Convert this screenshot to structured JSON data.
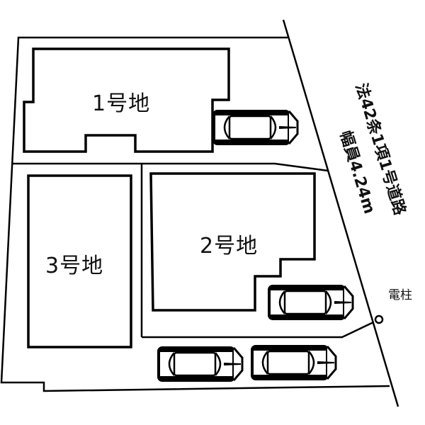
{
  "lots": [
    {
      "id": 1,
      "label": "1号地"
    },
    {
      "id": 2,
      "label": "2号地"
    },
    {
      "id": 3,
      "label": "3号地"
    }
  ],
  "road": {
    "classification": "法42条1項1号道路",
    "width": "幅員4.24m"
  },
  "utility_pole": {
    "label": "電柱"
  },
  "parking": {
    "car_count": 4
  },
  "colors": {
    "line": "#000000",
    "background": "#ffffff"
  }
}
